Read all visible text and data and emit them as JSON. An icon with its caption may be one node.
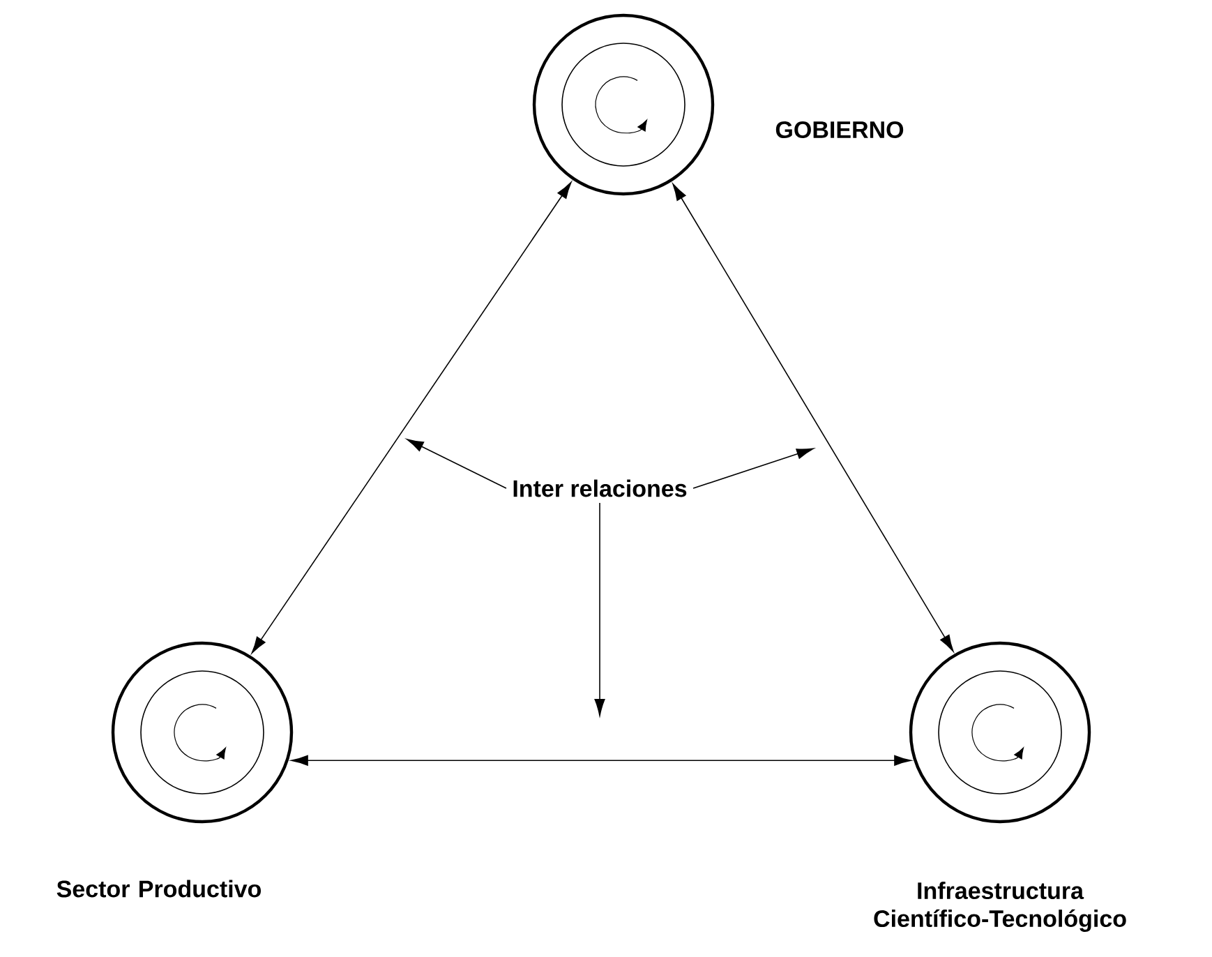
{
  "diagram": {
    "nodes": [
      {
        "text": [
          "GOBIERNO"
        ]
      },
      {
        "text": [
          "Sector Productivo"
        ]
      },
      {
        "text": [
          "Infraestructura Científico-Tecnológico"
        ]
      },
      {
        "text": [
          "Inter relaciones"
        ]
      }
    ],
    "edges": [
      {
        "from": 0,
        "to": 1,
        "arrow": "both"
      },
      {
        "from": 0,
        "to": 2,
        "arrow": "both"
      },
      {
        "from": 1,
        "to": 2,
        "arrow": "both"
      },
      {
        "from": 3,
        "to": null,
        "arrow": "to"
      },
      {
        "from": 3,
        "to": null,
        "arrow": "to"
      },
      {
        "from": 3,
        "to": null,
        "arrow": "to"
      }
    ]
  }
}
